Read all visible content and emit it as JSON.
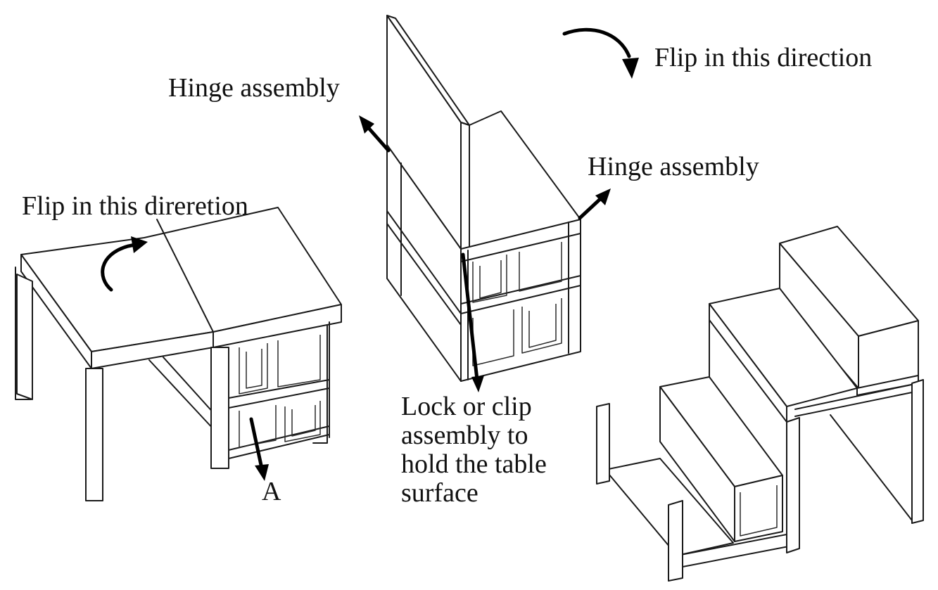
{
  "labels": {
    "flip_top_right": "Flip in this direction",
    "hinge_top": "Hinge assembly",
    "hinge_right": "Hinge assembly",
    "flip_left": "Flip in this direretion",
    "lock_line1": "Lock or clip",
    "lock_line2": "assembly to",
    "lock_line3": "hold the table",
    "lock_line4": "surface",
    "marker_a": "A"
  },
  "colors": {
    "ink": "#1a1a1a",
    "arrow": "#000000",
    "background": "#ffffff"
  }
}
